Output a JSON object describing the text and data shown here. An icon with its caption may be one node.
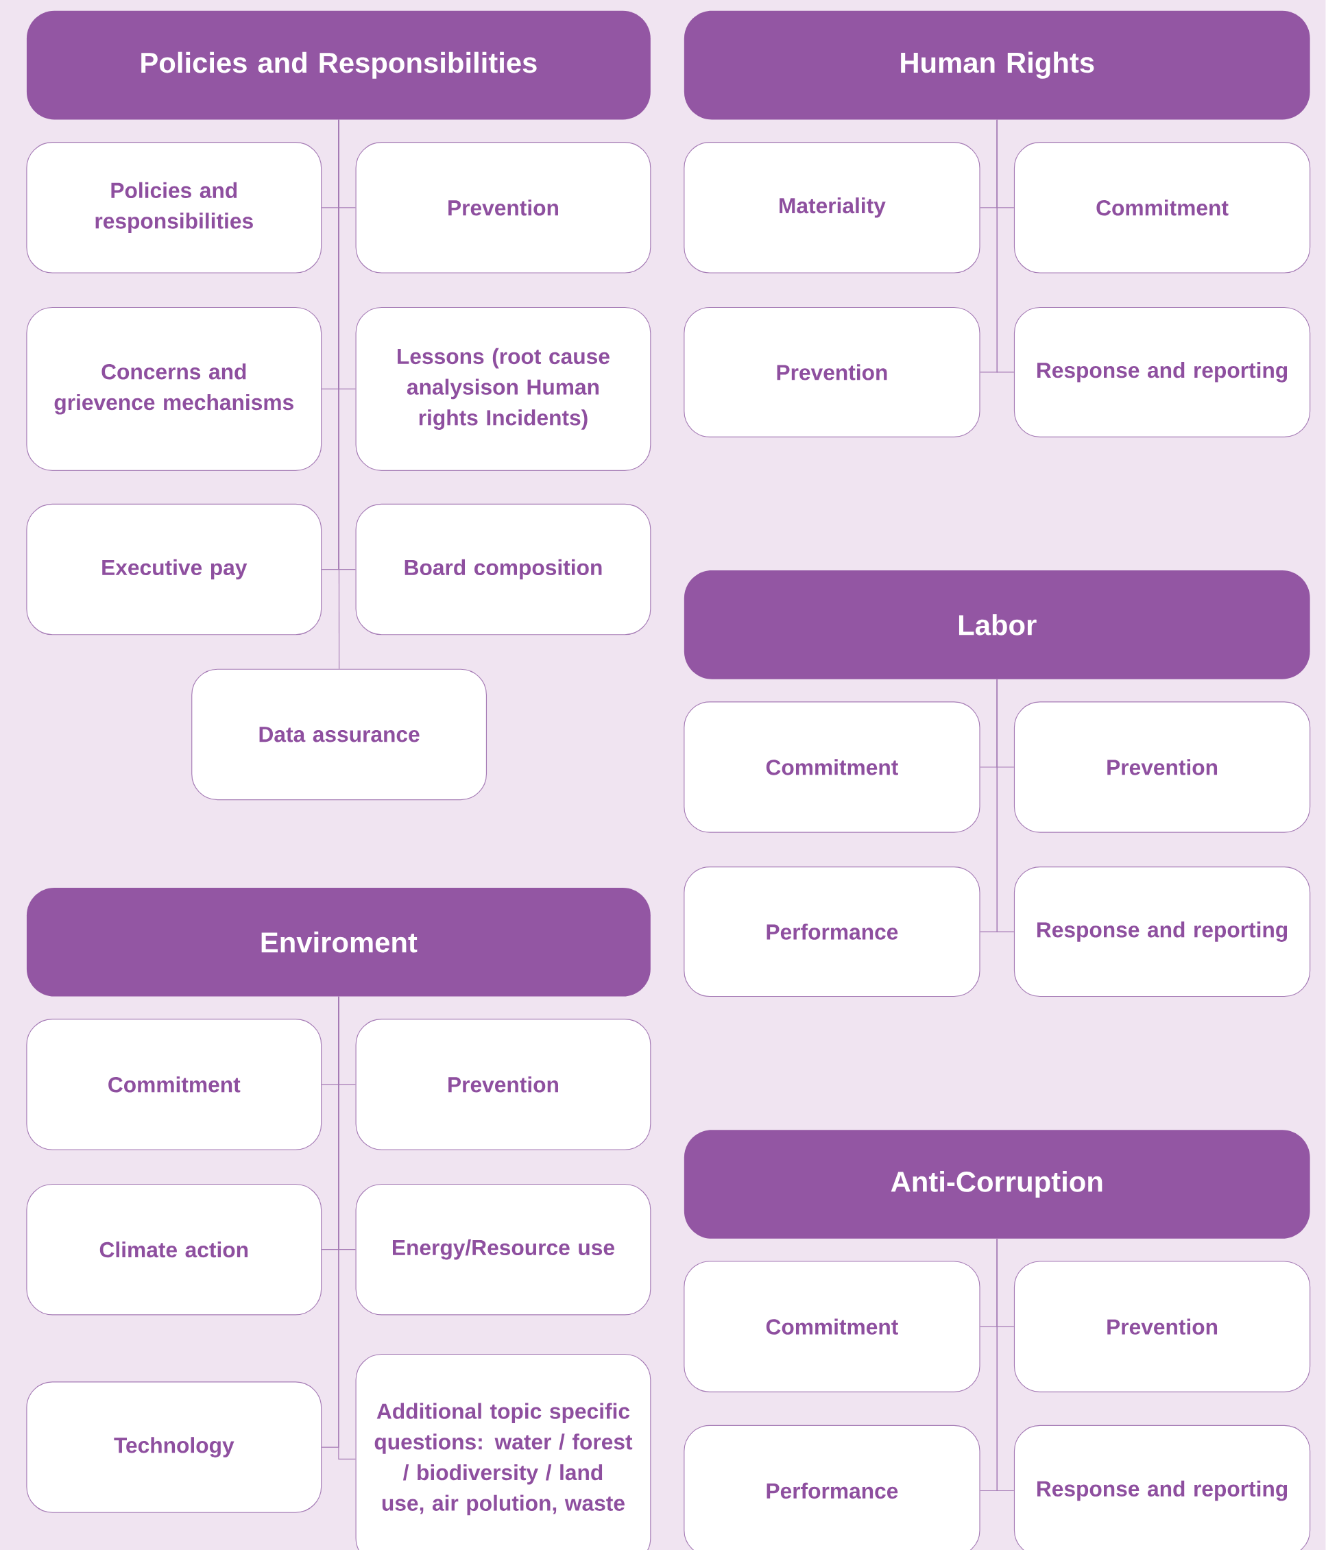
{
  "diagram": {
    "nodes": [
      {
        "text": [
          "Policies and Responsibilities"
        ]
      },
      {
        "text": [
          "Policies and responsibilities"
        ]
      },
      {
        "text": [
          "Prevention"
        ]
      },
      {
        "text": [
          "Concerns and grievence mechanisms"
        ]
      },
      {
        "text": [
          "Lessons (root cause analysison Human rights Incidents)"
        ]
      },
      {
        "text": [
          "Executive pay"
        ]
      },
      {
        "text": [
          "Board composition"
        ]
      },
      {
        "text": [
          "Data assurance"
        ]
      },
      {
        "text": [
          "Human Rights"
        ]
      },
      {
        "text": [
          "Materiality"
        ]
      },
      {
        "text": [
          "Commitment"
        ]
      },
      {
        "text": [
          "Prevention"
        ]
      },
      {
        "text": [
          "Response and reporting"
        ]
      },
      {
        "text": [
          "Enviroment"
        ]
      },
      {
        "text": [
          "Commitment"
        ]
      },
      {
        "text": [
          "Prevention"
        ]
      },
      {
        "text": [
          "Climate action"
        ]
      },
      {
        "text": [
          "Energy/Resource use"
        ]
      },
      {
        "text": [
          "Technology"
        ]
      },
      {
        "text": [
          "Additional topic specific questions: water / forest / biodiversity / land use, air polution, waste"
        ]
      },
      {
        "text": [
          "Labor"
        ]
      },
      {
        "text": [
          "Commitment"
        ]
      },
      {
        "text": [
          "Prevention"
        ]
      },
      {
        "text": [
          "Performance"
        ]
      },
      {
        "text": [
          "Response and reporting"
        ]
      },
      {
        "text": [
          "Anti-Corruption"
        ]
      },
      {
        "text": [
          "Commitment"
        ]
      },
      {
        "text": [
          "Prevention"
        ]
      },
      {
        "text": [
          "Performance"
        ]
      },
      {
        "text": [
          "Response and reporting"
        ]
      }
    ],
    "edges": [
      {
        "from": 0,
        "to": 1,
        "arrow": "none"
      },
      {
        "from": 0,
        "to": 2,
        "arrow": "none"
      },
      {
        "from": 0,
        "to": 3,
        "arrow": "none"
      },
      {
        "from": 0,
        "to": 4,
        "arrow": "none"
      },
      {
        "from": 0,
        "to": 5,
        "arrow": "none"
      },
      {
        "from": 0,
        "to": 6,
        "arrow": "none"
      },
      {
        "from": 0,
        "to": 7,
        "arrow": "none"
      },
      {
        "from": 8,
        "to": 9,
        "arrow": "none"
      },
      {
        "from": 8,
        "to": 10,
        "arrow": "none"
      },
      {
        "from": 8,
        "to": 11,
        "arrow": "none"
      },
      {
        "from": 8,
        "to": 12,
        "arrow": "none"
      },
      {
        "from": 13,
        "to": 14,
        "arrow": "none"
      },
      {
        "from": 13,
        "to": 15,
        "arrow": "none"
      },
      {
        "from": 13,
        "to": 16,
        "arrow": "none"
      },
      {
        "from": 13,
        "to": 17,
        "arrow": "none"
      },
      {
        "from": 13,
        "to": 18,
        "arrow": "none"
      },
      {
        "from": 13,
        "to": 19,
        "arrow": "none"
      },
      {
        "from": 20,
        "to": 21,
        "arrow": "none"
      },
      {
        "from": 20,
        "to": 22,
        "arrow": "none"
      },
      {
        "from": 20,
        "to": 23,
        "arrow": "none"
      },
      {
        "from": 20,
        "to": 24,
        "arrow": "none"
      },
      {
        "from": 25,
        "to": 26,
        "arrow": "none"
      },
      {
        "from": 25,
        "to": 27,
        "arrow": "none"
      },
      {
        "from": 25,
        "to": 28,
        "arrow": "none"
      },
      {
        "from": 25,
        "to": 29,
        "arrow": "none"
      }
    ]
  }
}
